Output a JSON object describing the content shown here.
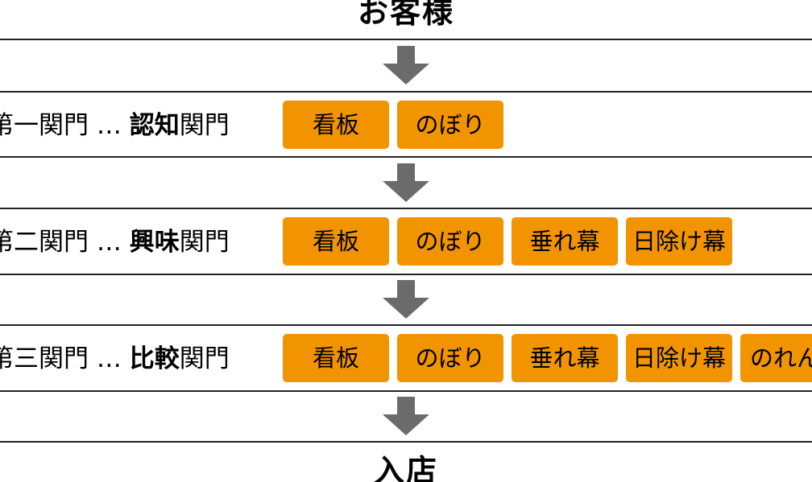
{
  "top_title": "お客様",
  "bottom_title": "入店",
  "stages": [
    {
      "prefix": "第一関門",
      "ellipsis": "…",
      "strong": "認知",
      "suffix": "関門",
      "tags": [
        "看板",
        "のぼり"
      ]
    },
    {
      "prefix": "第二関門",
      "ellipsis": "…",
      "strong": "興味",
      "suffix": "関門",
      "tags": [
        "看板",
        "のぼり",
        "垂れ幕",
        "日除け幕"
      ]
    },
    {
      "prefix": "第三関門",
      "ellipsis": "…",
      "strong": "比較",
      "suffix": "関門",
      "tags": [
        "看板",
        "のぼり",
        "垂れ幕",
        "日除け幕",
        "のれん"
      ]
    }
  ],
  "colors": {
    "tag_fill": "#f29400",
    "arrow_fill": "#6b6b6b",
    "line": "#222222"
  },
  "icons": {
    "arrow": "down-arrow-icon"
  }
}
